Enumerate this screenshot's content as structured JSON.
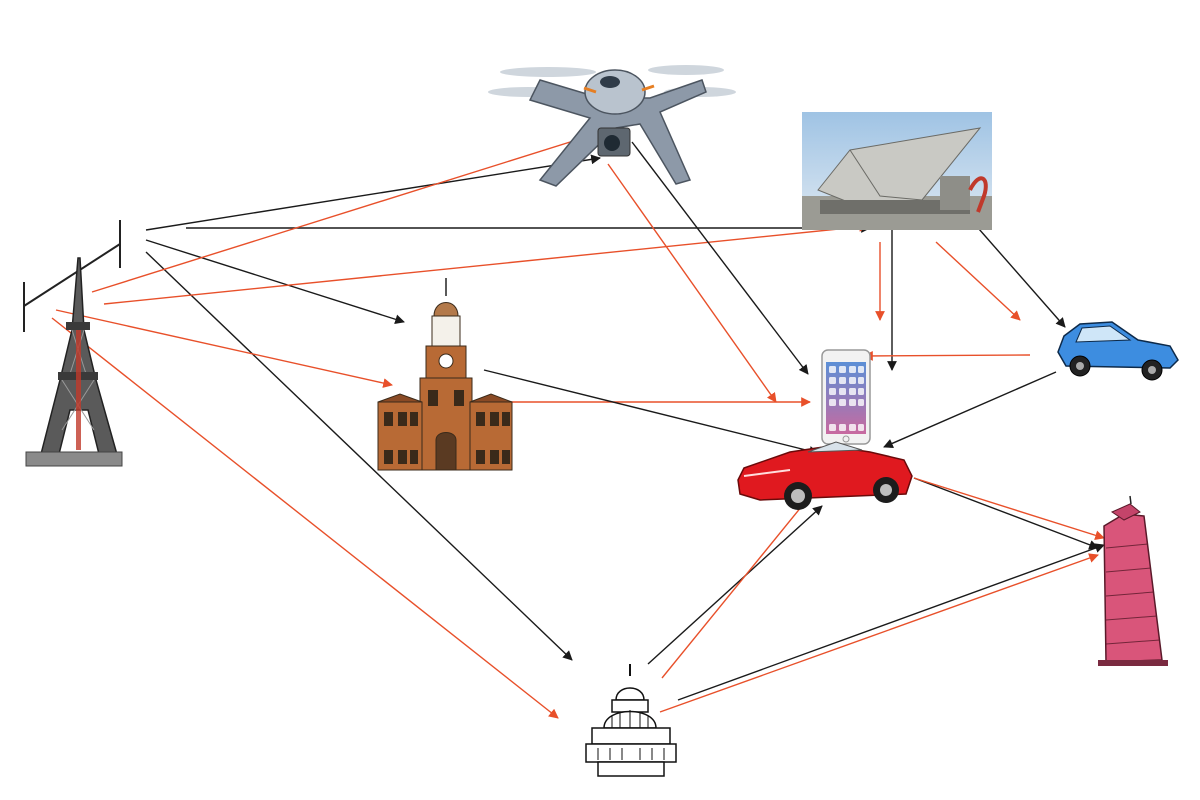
{
  "diagram": {
    "nodes": [
      {
        "id": "drone",
        "icon": "drone-icon"
      },
      {
        "id": "museum",
        "icon": "museum-photo"
      },
      {
        "id": "antenna",
        "icon": "antenna-icon"
      },
      {
        "id": "tokyo-tower",
        "icon": "tokyo-tower-icon"
      },
      {
        "id": "independence-hall",
        "icon": "independence-hall-icon"
      },
      {
        "id": "smartphone",
        "icon": "smartphone-icon"
      },
      {
        "id": "blue-car",
        "icon": "blue-car-icon"
      },
      {
        "id": "red-convertible",
        "icon": "red-convertible-icon"
      },
      {
        "id": "leaning-tower",
        "icon": "leaning-tower-of-pisa-icon"
      },
      {
        "id": "capitol",
        "icon": "capitol-building-icon"
      }
    ],
    "edges": [
      {
        "from": "antenna",
        "to": "drone",
        "color": "black"
      },
      {
        "from": "antenna",
        "to": "museum",
        "color": "black"
      },
      {
        "from": "antenna",
        "to": "independence-hall",
        "color": "black"
      },
      {
        "from": "antenna",
        "to": "capitol",
        "color": "black"
      },
      {
        "from": "tokyo-tower",
        "to": "drone",
        "color": "red"
      },
      {
        "from": "tokyo-tower",
        "to": "museum",
        "color": "red"
      },
      {
        "from": "tokyo-tower",
        "to": "independence-hall",
        "color": "red"
      },
      {
        "from": "tokyo-tower",
        "to": "capitol",
        "color": "red"
      },
      {
        "from": "drone",
        "to": "smartphone",
        "color": "black"
      },
      {
        "from": "drone",
        "to": "smartphone",
        "color": "red"
      },
      {
        "from": "museum",
        "to": "smartphone",
        "color": "black"
      },
      {
        "from": "museum",
        "to": "smartphone",
        "color": "red"
      },
      {
        "from": "museum",
        "to": "blue-car",
        "color": "red"
      },
      {
        "from": "museum",
        "to": "blue-car",
        "color": "black"
      },
      {
        "from": "blue-car",
        "to": "smartphone",
        "color": "red"
      },
      {
        "from": "blue-car",
        "to": "red-convertible",
        "color": "black"
      },
      {
        "from": "independence-hall",
        "to": "smartphone",
        "color": "red"
      },
      {
        "from": "independence-hall",
        "to": "red-convertible",
        "color": "black"
      },
      {
        "from": "red-convertible",
        "to": "leaning-tower",
        "color": "black"
      },
      {
        "from": "red-convertible",
        "to": "leaning-tower",
        "color": "red"
      },
      {
        "from": "capitol",
        "to": "red-convertible",
        "color": "black"
      },
      {
        "from": "capitol",
        "to": "red-convertible",
        "color": "red"
      },
      {
        "from": "capitol",
        "to": "leaning-tower",
        "color": "black"
      },
      {
        "from": "capitol",
        "to": "leaning-tower",
        "color": "red"
      }
    ],
    "colors": {
      "black": "#1a1a1a",
      "red": "#e8502a",
      "background": "#ffffff"
    }
  }
}
